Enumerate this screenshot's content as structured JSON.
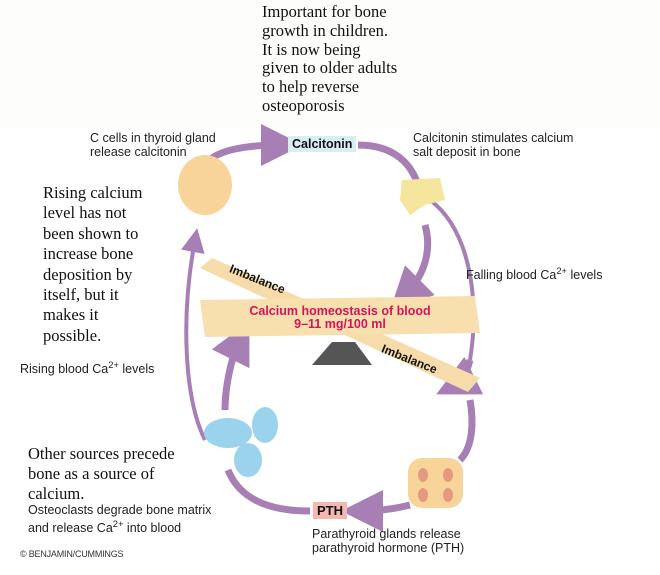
{
  "annotations": {
    "top_note": [
      "Important for bone",
      "growth in children.",
      "It is now being",
      "given to older adults",
      "to help reverse",
      "osteoporosis"
    ],
    "left_note": [
      "Rising calcium",
      "level has not",
      "been shown to",
      "increase bone",
      "deposition by",
      "itself, but it",
      "makes it",
      "possible."
    ],
    "bottom_note": [
      "Other sources precede",
      "bone as a source of",
      "calcium."
    ]
  },
  "labels": {
    "c_cells": [
      "C cells in thyroid gland",
      "release calcitonin"
    ],
    "calcitonin_box": "Calcitonin",
    "calcitonin_stimulates": [
      "Calcitonin stimulates calcium",
      "salt deposit in bone"
    ],
    "falling_prefix": "Falling blood Ca",
    "falling_sup": "2+",
    "falling_suffix": " levels",
    "rising_prefix": "Rising blood Ca",
    "rising_sup": "2+",
    "rising_suffix": " levels",
    "homeostasis_title": "Calcium homeostasis of blood",
    "homeostasis_range": "9–11 mg/100 ml",
    "imbalance_1": "Imbalance",
    "imbalance_2": "Imbalance",
    "osteoclasts_line1": "Osteoclasts degrade bone matrix",
    "osteoclasts_line2_prefix": "and release Ca",
    "osteoclasts_sup": "2+",
    "osteoclasts_line2_suffix": " into blood",
    "pth_box": "PTH",
    "parathyroid": [
      "Parathyroid glands release",
      "parathyroid hormone (PTH)"
    ],
    "copyright": "© BENJAMIN/CUMMINGS"
  },
  "colors": {
    "arrow": "#a77fb5",
    "homeostasis_text": "#d4145a",
    "calcitonin_box": "#d9eef3",
    "pth_box": "#f4b8b0",
    "seesaw_plank": "#f8dfae",
    "fulcrum": "#555555",
    "thyroid": "#f9d49a",
    "osteoclast": "#9bd3ec"
  }
}
